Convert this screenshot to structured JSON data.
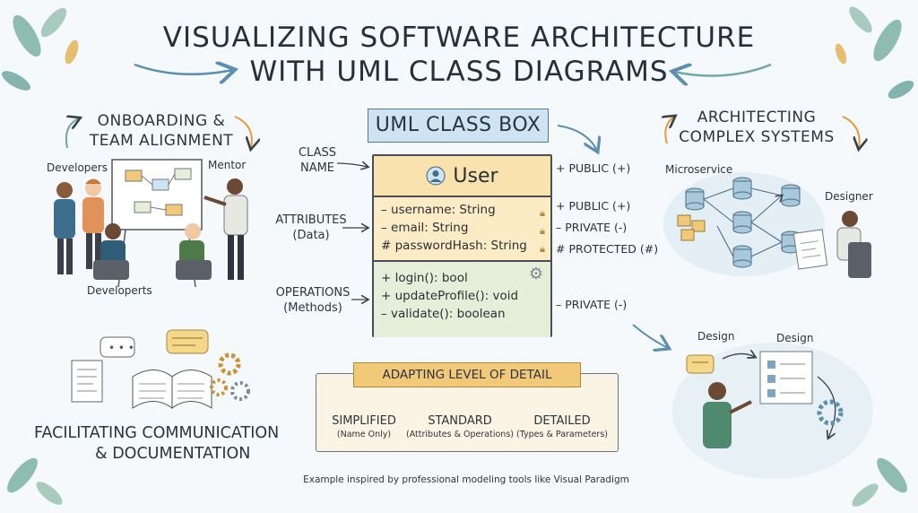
{
  "title": {
    "line1": "VISUALIZING SOFTWARE ARCHITECTURE",
    "line2": "WITH UML CLASS DIAGRAMS"
  },
  "onboarding": {
    "title_line1": "ONBOARDING &",
    "title_line2": "TEAM ALIGNMENT",
    "label_developers_top": "Developers",
    "label_mentor": "Mentor",
    "label_developers_bottom": "Developerts"
  },
  "communication": {
    "title_line1": "FACILITATING COMMUNICATION",
    "title_line2": "& DOCUMENTATION"
  },
  "architecting": {
    "title_line1": "ARCHITECTING",
    "title_line2": "COMPLEX SYSTEMS",
    "label_microservice": "Microservice",
    "label_designer": "Designer"
  },
  "design": {
    "label_left": "Design",
    "label_right": "Design"
  },
  "uml": {
    "header": "UML CLASS BOX",
    "class_name": "User",
    "attributes": [
      {
        "text": "– username: String",
        "visibility": "+  PUBLIC (+)"
      },
      {
        "text": "– email: String",
        "visibility": "–  PRIVATE (-)"
      },
      {
        "text": "# passwordHash: String",
        "visibility": "#  PROTECTED (#)"
      }
    ],
    "operations": [
      "+ login(): bool",
      "+ updateProfile(): void",
      "– validate(): boolean"
    ],
    "name_visibility": "+  PUBLIC (+)",
    "ops_visibility": "–  PRIVATE (-)",
    "label_class_line1": "CLASS",
    "label_class_line2": "NAME",
    "label_attr_line1": "ATTRIBUTES",
    "label_attr_line2": "(Data)",
    "label_ops_line1": "OPERATIONS",
    "label_ops_line2": "(Methods)"
  },
  "detail": {
    "banner": "ADAPTING LEVEL OF DETAIL",
    "levels": [
      {
        "name": "SIMPLIFIED",
        "sub": "(Name Only)"
      },
      {
        "name": "STANDARD",
        "sub": "(Attributes & Operations)"
      },
      {
        "name": "DETAILED",
        "sub": "(Types & Parameters)"
      }
    ]
  },
  "caption": "Example inspired by professional modeling tools like Visual Paradigm",
  "colors": {
    "accent_yellow": "#f9e2ad",
    "accent_green": "#e3efd9",
    "accent_blue": "#cfe4f2",
    "leaf_teal": "#6fa8a0",
    "arrow_orange": "#e59b3a"
  }
}
